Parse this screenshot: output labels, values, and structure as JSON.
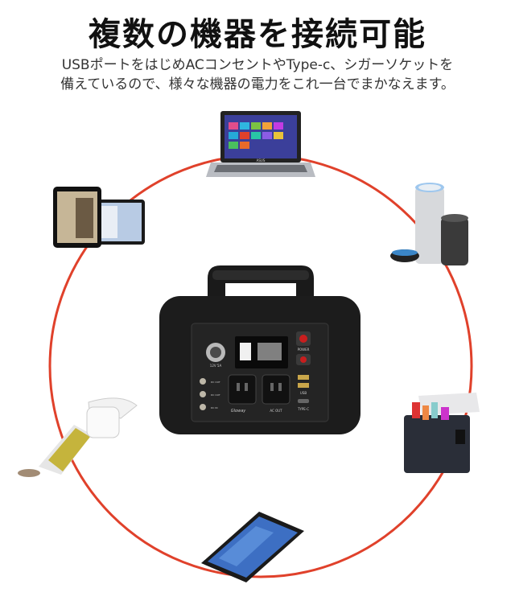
{
  "heading": {
    "title": "複数の機器を接続可能",
    "line1": "USBポートをはじめACコンセントやType-c、シガーソケットを",
    "line2": "備えているので、様々な機器の電力をこれ一台でまかなえます。"
  },
  "colors": {
    "ring": "#e0412b",
    "device": "#1c1c1c",
    "accent": "#c81e1e"
  },
  "station_panel": {
    "dc_label": "12V 5A",
    "power_label": "POWER",
    "dc_out_1": "DC OUT",
    "dc_out_2": "DC OUT",
    "dc_in": "DC IN",
    "usb_label": "USB",
    "typec_label": "TYPE-C",
    "ac_label": "AC OUT",
    "brand": "Gloway"
  },
  "laptop": {
    "brand": "ASUS"
  }
}
